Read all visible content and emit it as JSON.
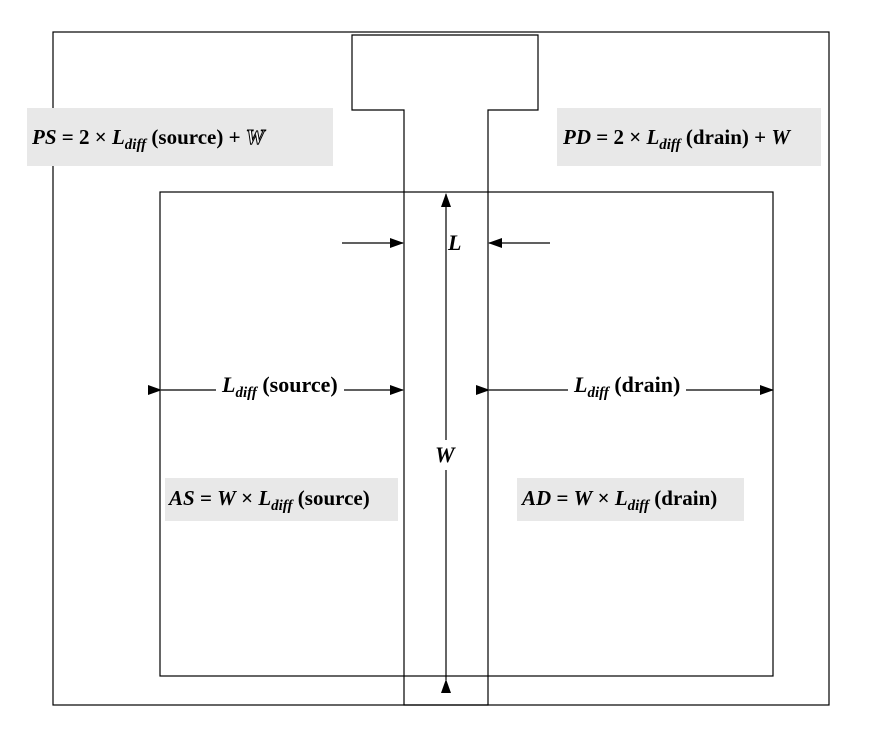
{
  "formulas": {
    "ps": {
      "lhs": "PS",
      "eq": " = 2 × ",
      "var": "L",
      "sub": "diff",
      "arg": " (source) + ",
      "tail": "W"
    },
    "pd": {
      "lhs": "PD",
      "eq": " = 2 × ",
      "var": "L",
      "sub": "diff",
      "arg": " (drain) + ",
      "tail": "W"
    },
    "as": {
      "lhs": "AS",
      "eq": " = ",
      "w": "W",
      "times": " × ",
      "var": "L",
      "sub": "diff",
      "arg": " (source)"
    },
    "ad": {
      "lhs": "AD",
      "eq": " = ",
      "w": "W",
      "times": " × ",
      "var": "L",
      "sub": "diff",
      "arg": " (drain)"
    }
  },
  "labels": {
    "gate_length": "L",
    "width": "W",
    "ldiff_source": {
      "var": "L",
      "sub": "diff",
      "arg": " (source)"
    },
    "ldiff_drain": {
      "var": "L",
      "sub": "diff",
      "arg": " (drain)"
    }
  },
  "colors": {
    "line": "#000000",
    "formula_bg": "#e8e8e8"
  }
}
